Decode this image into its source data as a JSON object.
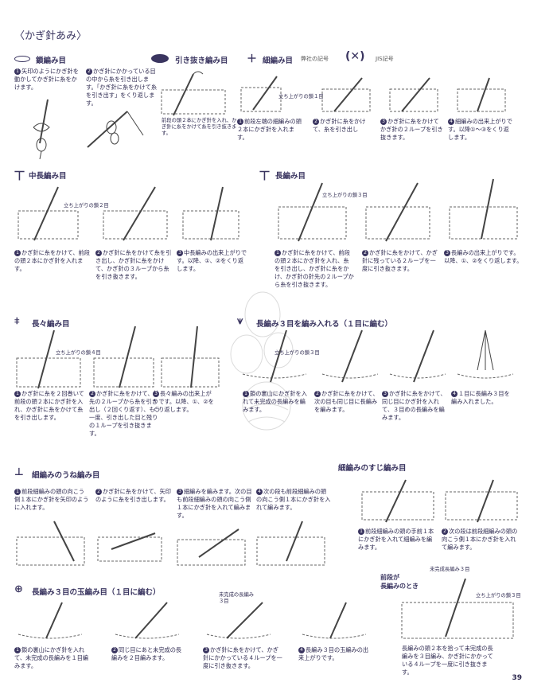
{
  "page_title": "〈かぎ針あみ〉",
  "page_number": "39",
  "sections": {
    "chain": {
      "title": "鎖編み目",
      "steps": [
        "矢印のようにかぎ針を動かしてかぎ針に糸をかけます。",
        "かぎ針にかかっている目の中から糸を引き出します。「かぎ針に糸をかけて糸を引き出す」をくり返します。"
      ]
    },
    "slip": {
      "title": "引き抜き編み目",
      "caption": "前段の頭２本にかぎ針を入れ、かぎ針に糸をかけて糸を引き抜きます。"
    },
    "single": {
      "title": "細編み目",
      "note_company": "弊社の記号",
      "note_jis": "JIS記号",
      "chain_label": "立ち上がりの鎖１目",
      "steps": [
        "前段左端の細編みの頭２本にかぎ針を入れます。",
        "かぎ針に糸をかけて、糸を引き出し",
        "かぎ針に糸をかけてかぎ針の２ループを引き抜きます。",
        "細編みの出来上がりです。以降①～③をくり返します。"
      ]
    },
    "half_double": {
      "title": "中長編み目",
      "chain_label": "立ち上がりの鎖２目",
      "steps": [
        "かぎ針に糸をかけて、前段の頭２本にかぎ針を入れます。",
        "かぎ針に糸をかけて糸を引き出し、かぎ針に糸をかけて、かぎ針の３ループから糸を引き抜きます。",
        "中長編みの出来上がりです。以降、①、②をくり返します。"
      ]
    },
    "double": {
      "title": "長編み目",
      "chain_label": "立ち上がりの鎖３目",
      "steps": [
        "かぎ針に糸をかけて、前段の頭２本にかぎ針を入れ、糸を引き出し、かぎ針に糸をかけ、かぎ針の針先の２ループから糸を引き抜きます。",
        "かぎ針に糸をかけて、かぎ針に残っている２ループを一度に引き抜きます。",
        "長編みの出来上がりです。以降、①、②をくり返します。"
      ]
    },
    "treble": {
      "title": "長々編み目",
      "chain_label": "立ち上がりの鎖４目",
      "steps": [
        "かぎ針に糸を２回巻いて前段の頭２本にかぎ針を入れ、かぎ針に糸をかけて糸を引き出します。",
        "かぎ針に糸をかけて、針先の２ループから糸を引き出し（２回くり返す）、もう一度、引き出した目と残りの１ループを引き抜きます。",
        "長々編みの出来上がりです。以降、①、②をくり返します。"
      ]
    },
    "three_double_one": {
      "title": "長編み３目を編み入れる（１目に編む）",
      "chain_label": "立ち上がりの鎖３目",
      "steps": [
        "鎖の裏山にかぎ針を入れて未完成の長編みを編みます。",
        "かぎ針に糸をかけて、次の目も同じ目に長編みを編みます。",
        "かぎ針に糸をかけて、同じ目にかぎ針を入れて、３目めの長編みを編みます。",
        "１目に長編み３目を編み入れました。"
      ]
    },
    "back_loop_sc": {
      "title": "細編みのうね編み目",
      "steps": [
        "前段細編みの頭の向こう側１本にかぎ針を矢印のように入れます。",
        "かぎ針に糸をかけて、矢印のように糸を引き出します。",
        "細編みを編みます。次の目も前段細編みの頭の向こう側１本にかぎ針を入れて編みます。",
        "次の段も前段細編みの頭の向こう側１本にかぎ針を入れて編みます。"
      ]
    },
    "sc_ribbing": {
      "title": "細編みのすじ編み目",
      "steps": [
        "前段細編みの頭の手前１本にかぎ針を入れて細編みを編みます。",
        "次の段は前段細編みの頭の向こう側１本にかぎ針を入れて編みます。"
      ]
    },
    "bobble": {
      "title": "長編み３目の玉編み目（１目に編む）",
      "unfinished_label": "未完成の長編み３目",
      "steps": [
        "鎖の裏山にかぎ針を入れて、未完成の長編みを１目編みます。",
        "同じ目にあと未完成の長編みを２目編みます。",
        "かぎ針に糸をかけて、かぎ針にかかっている４ループを一度に引き抜きます。",
        "長編み３目の玉編みの出来上がりです。"
      ]
    },
    "bobble_long": {
      "label1": "前段が",
      "label2": "長編みのとき",
      "unfinished_label": "未完成長編み３目",
      "chain_label": "立ち上がりの鎖３目",
      "caption": "長編みの頭２本を拾って未完成の長編みを３目編み、かぎ針にかかっている４ループを一度に引き抜きます。"
    }
  }
}
